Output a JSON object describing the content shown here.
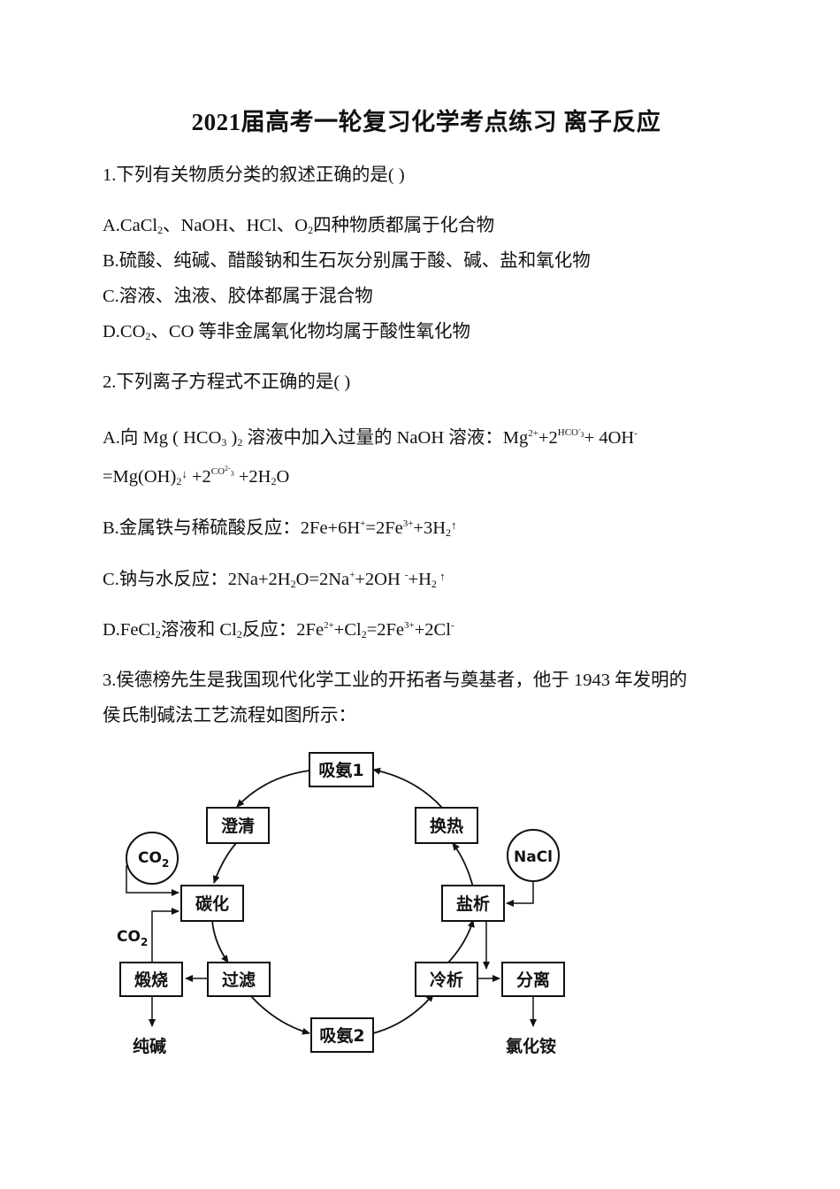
{
  "title": "2021届高考一轮复习化学考点练习    离子反应",
  "q1": {
    "stem": "1.下列有关物质分类的叙述正确的是(    )",
    "A": {
      "prefix": "A.CaCl",
      "sub1": "2",
      "mid1": "、NaOH、HCl、O",
      "sub2": "2",
      "rest": "四种物质都属于化合物"
    },
    "B": "B.硫酸、纯碱、醋酸钠和生石灰分别属于酸、碱、盐和氧化物",
    "C": "C.溶液、浊液、胶体都属于混合物",
    "D": {
      "prefix": "D.CO",
      "sub1": "2",
      "rest": "、CO 等非金属氧化物均属于酸性氧化物"
    }
  },
  "q2": {
    "stem": "2.下列离子方程式不正确的是(    )",
    "A": {
      "t1": "A.向  Mg ( HCO",
      "s1": "3",
      "t2": " )",
      "s2": "2",
      "t3": " 溶液中加入过量的  NaOH 溶液：Mg",
      "p1": "2+",
      "t4": "+2",
      "hco": "HCO",
      "hco_sup": "-",
      "hco_sub": "3",
      "t5": "+ 4OH",
      "p2": "-",
      "l2a": "=Mg(OH)",
      "l2s1": "2",
      "l2arrow": "↓",
      "l2b": " +2",
      "co": "CO",
      "co_sup": "2-",
      "co_sub": "3",
      "l2c": " +2H",
      "l2s2": "2",
      "l2d": "O"
    },
    "B": {
      "t1": "B.金属铁与稀硫酸反应：2Fe+6H",
      "p1": "+",
      "t2": "=2Fe",
      "p2": "3+",
      "t3": "+3H",
      "s1": "2",
      "arrow": "↑"
    },
    "C": {
      "t1": "C.钠与水反应：2Na+2H",
      "s1": "2",
      "t2": "O=2Na",
      "p1": "+",
      "t3": "+2OH ",
      "p2": "-",
      "t4": "+H",
      "s2": "2",
      "arrow": " ↑"
    },
    "D": {
      "t1": "D.FeCl",
      "s1": "2",
      "t2": "溶液和  Cl",
      "s2": "2",
      "t3": "反应：2Fe",
      "p1": "2+",
      "t4": "+Cl",
      "s3": "2",
      "t5": "=2Fe",
      "p2": "3+",
      "t6": "+2Cl",
      "p3": "-"
    }
  },
  "q3": {
    "line1": "3.侯德榜先生是我国现代化学工业的开拓者与奠基者，他于 1943 年发明的",
    "line2": "侯氏制碱法工艺流程如图所示："
  },
  "diagram": {
    "boxes": {
      "absorb1": "吸氨1",
      "clarify": "澄清",
      "exchange": "换热",
      "carbonize": "碳化",
      "salt": "盐析",
      "calcine": "煅烧",
      "filter": "过滤",
      "cool": "冷析",
      "separate": "分离",
      "absorb2": "吸氨2"
    },
    "circles": {
      "co2": "CO",
      "co2_sub": "2",
      "nacl": "NaCl"
    },
    "labels": {
      "co2_side": "CO",
      "co2_side_sub": "2",
      "soda": "纯碱",
      "nh4cl": "氯化铵"
    }
  }
}
